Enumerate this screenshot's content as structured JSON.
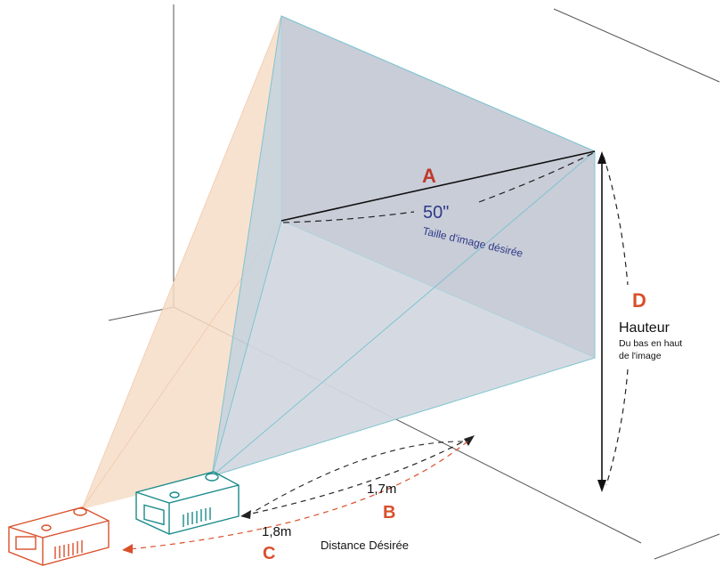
{
  "labels": {
    "a": "A",
    "size_value": "50\"",
    "size_caption": "Taille d'image désirée",
    "b": "B",
    "dist_b": "1,7m",
    "c": "C",
    "dist_c": "1,8m",
    "distance_caption": "Distance Désirée",
    "d": "D",
    "height_title": "Hauteur",
    "height_line1": "Du bas en haut",
    "height_line2": "de l'image"
  },
  "colors": {
    "label_red": "#c0392b",
    "caption_blue": "#2e3a87",
    "screen_fill": "#c9cdd8",
    "beam_teal": "#7fc4cf",
    "beam_orange": "#f6ddc8",
    "projector_teal": "#1a8a8a",
    "projector_orange": "#d9502b"
  }
}
